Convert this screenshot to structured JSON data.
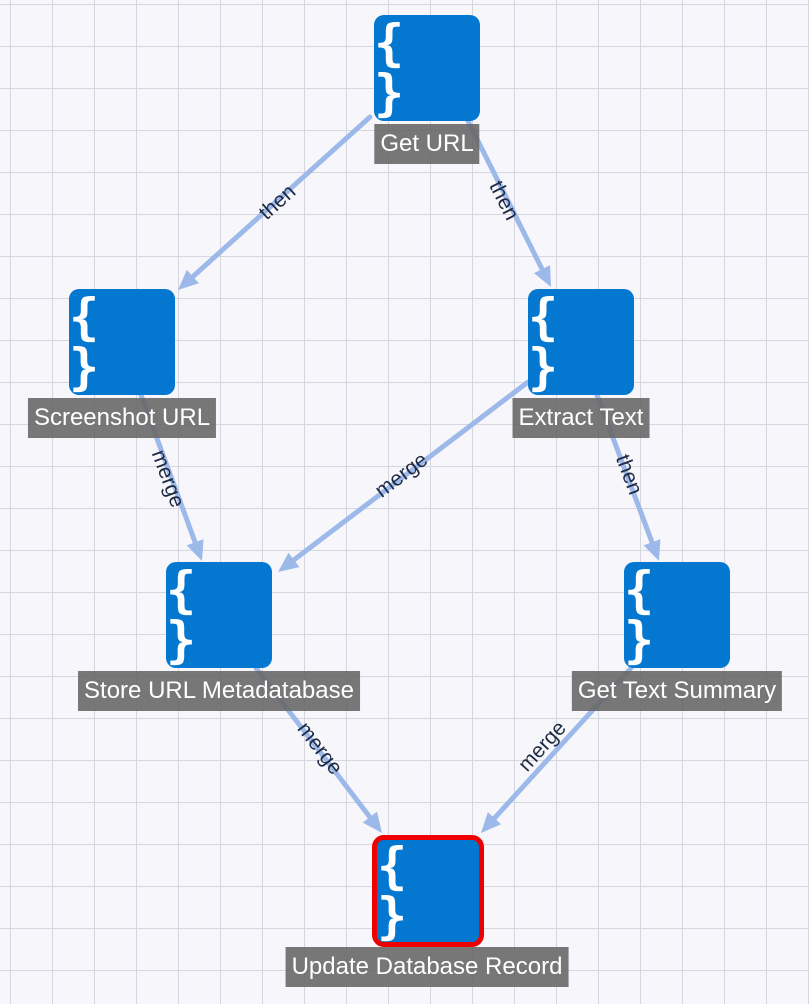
{
  "colors": {
    "node_fill": "#0477d0",
    "node_icon": "#ffffff",
    "edge": "#9db9ea",
    "edge_label": "#1f2a44",
    "label_background": "#686868",
    "selected_border": "#ee0000",
    "canvas_background": "#f7f7fb",
    "grid_line": "#d6d6de"
  },
  "nodes": [
    {
      "id": "get-url",
      "label": "Get URL",
      "icon": "curly-braces-icon",
      "icon_text": "{ }",
      "selected": false
    },
    {
      "id": "screenshot-url",
      "label": "Screenshot URL",
      "icon": "curly-braces-icon",
      "icon_text": "{ }",
      "selected": false
    },
    {
      "id": "extract-text",
      "label": "Extract Text",
      "icon": "curly-braces-icon",
      "icon_text": "{ }",
      "selected": false
    },
    {
      "id": "store-url-metadatabase",
      "label": "Store URL Metadatabase",
      "icon": "curly-braces-icon",
      "icon_text": "{ }",
      "selected": false
    },
    {
      "id": "get-text-summary",
      "label": "Get Text Summary",
      "icon": "curly-braces-icon",
      "icon_text": "{ }",
      "selected": false
    },
    {
      "id": "update-database-record",
      "label": "Update Database Record",
      "icon": "curly-braces-icon",
      "icon_text": "{ }",
      "selected": true
    }
  ],
  "edges": [
    {
      "from": "get-url",
      "to": "screenshot-url",
      "label": "then"
    },
    {
      "from": "get-url",
      "to": "extract-text",
      "label": "then"
    },
    {
      "from": "screenshot-url",
      "to": "store-url-metadatabase",
      "label": "merge"
    },
    {
      "from": "extract-text",
      "to": "store-url-metadatabase",
      "label": "merge"
    },
    {
      "from": "extract-text",
      "to": "get-text-summary",
      "label": "then"
    },
    {
      "from": "store-url-metadatabase",
      "to": "update-database-record",
      "label": "merge"
    },
    {
      "from": "get-text-summary",
      "to": "update-database-record",
      "label": "merge"
    }
  ]
}
